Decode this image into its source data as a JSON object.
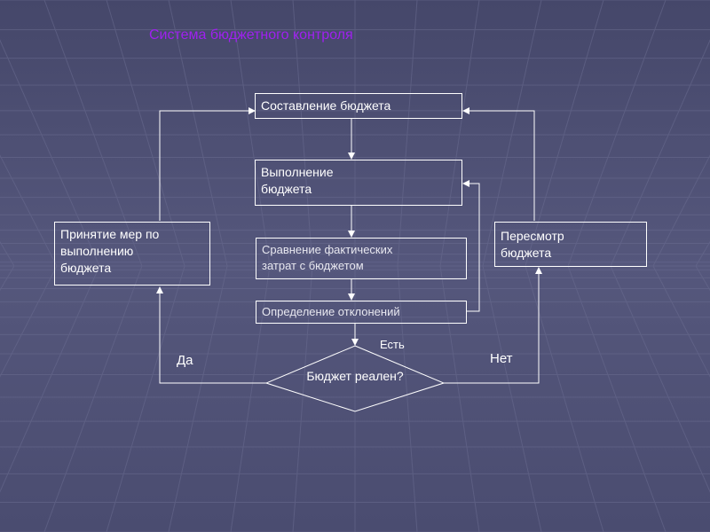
{
  "title": "Система бюджетного контроля",
  "boxes": {
    "budgeting": "Составление бюджета",
    "execution": "Выполнение\nбюджета",
    "comparison": "Сравнение фактических\nзатрат с бюджетом",
    "deviations": "Определение отклонений",
    "measures": "Принятие мер по\nвыполнению\nбюджета",
    "revision": "Пересмотр\nбюджета"
  },
  "decision": "Бюджет реален?",
  "labels": {
    "exists": "Есть",
    "yes": "Да",
    "no": "Нет"
  },
  "colors": {
    "background": "#4d4f72",
    "lines": "#ffffff",
    "title": "#a020f0"
  }
}
